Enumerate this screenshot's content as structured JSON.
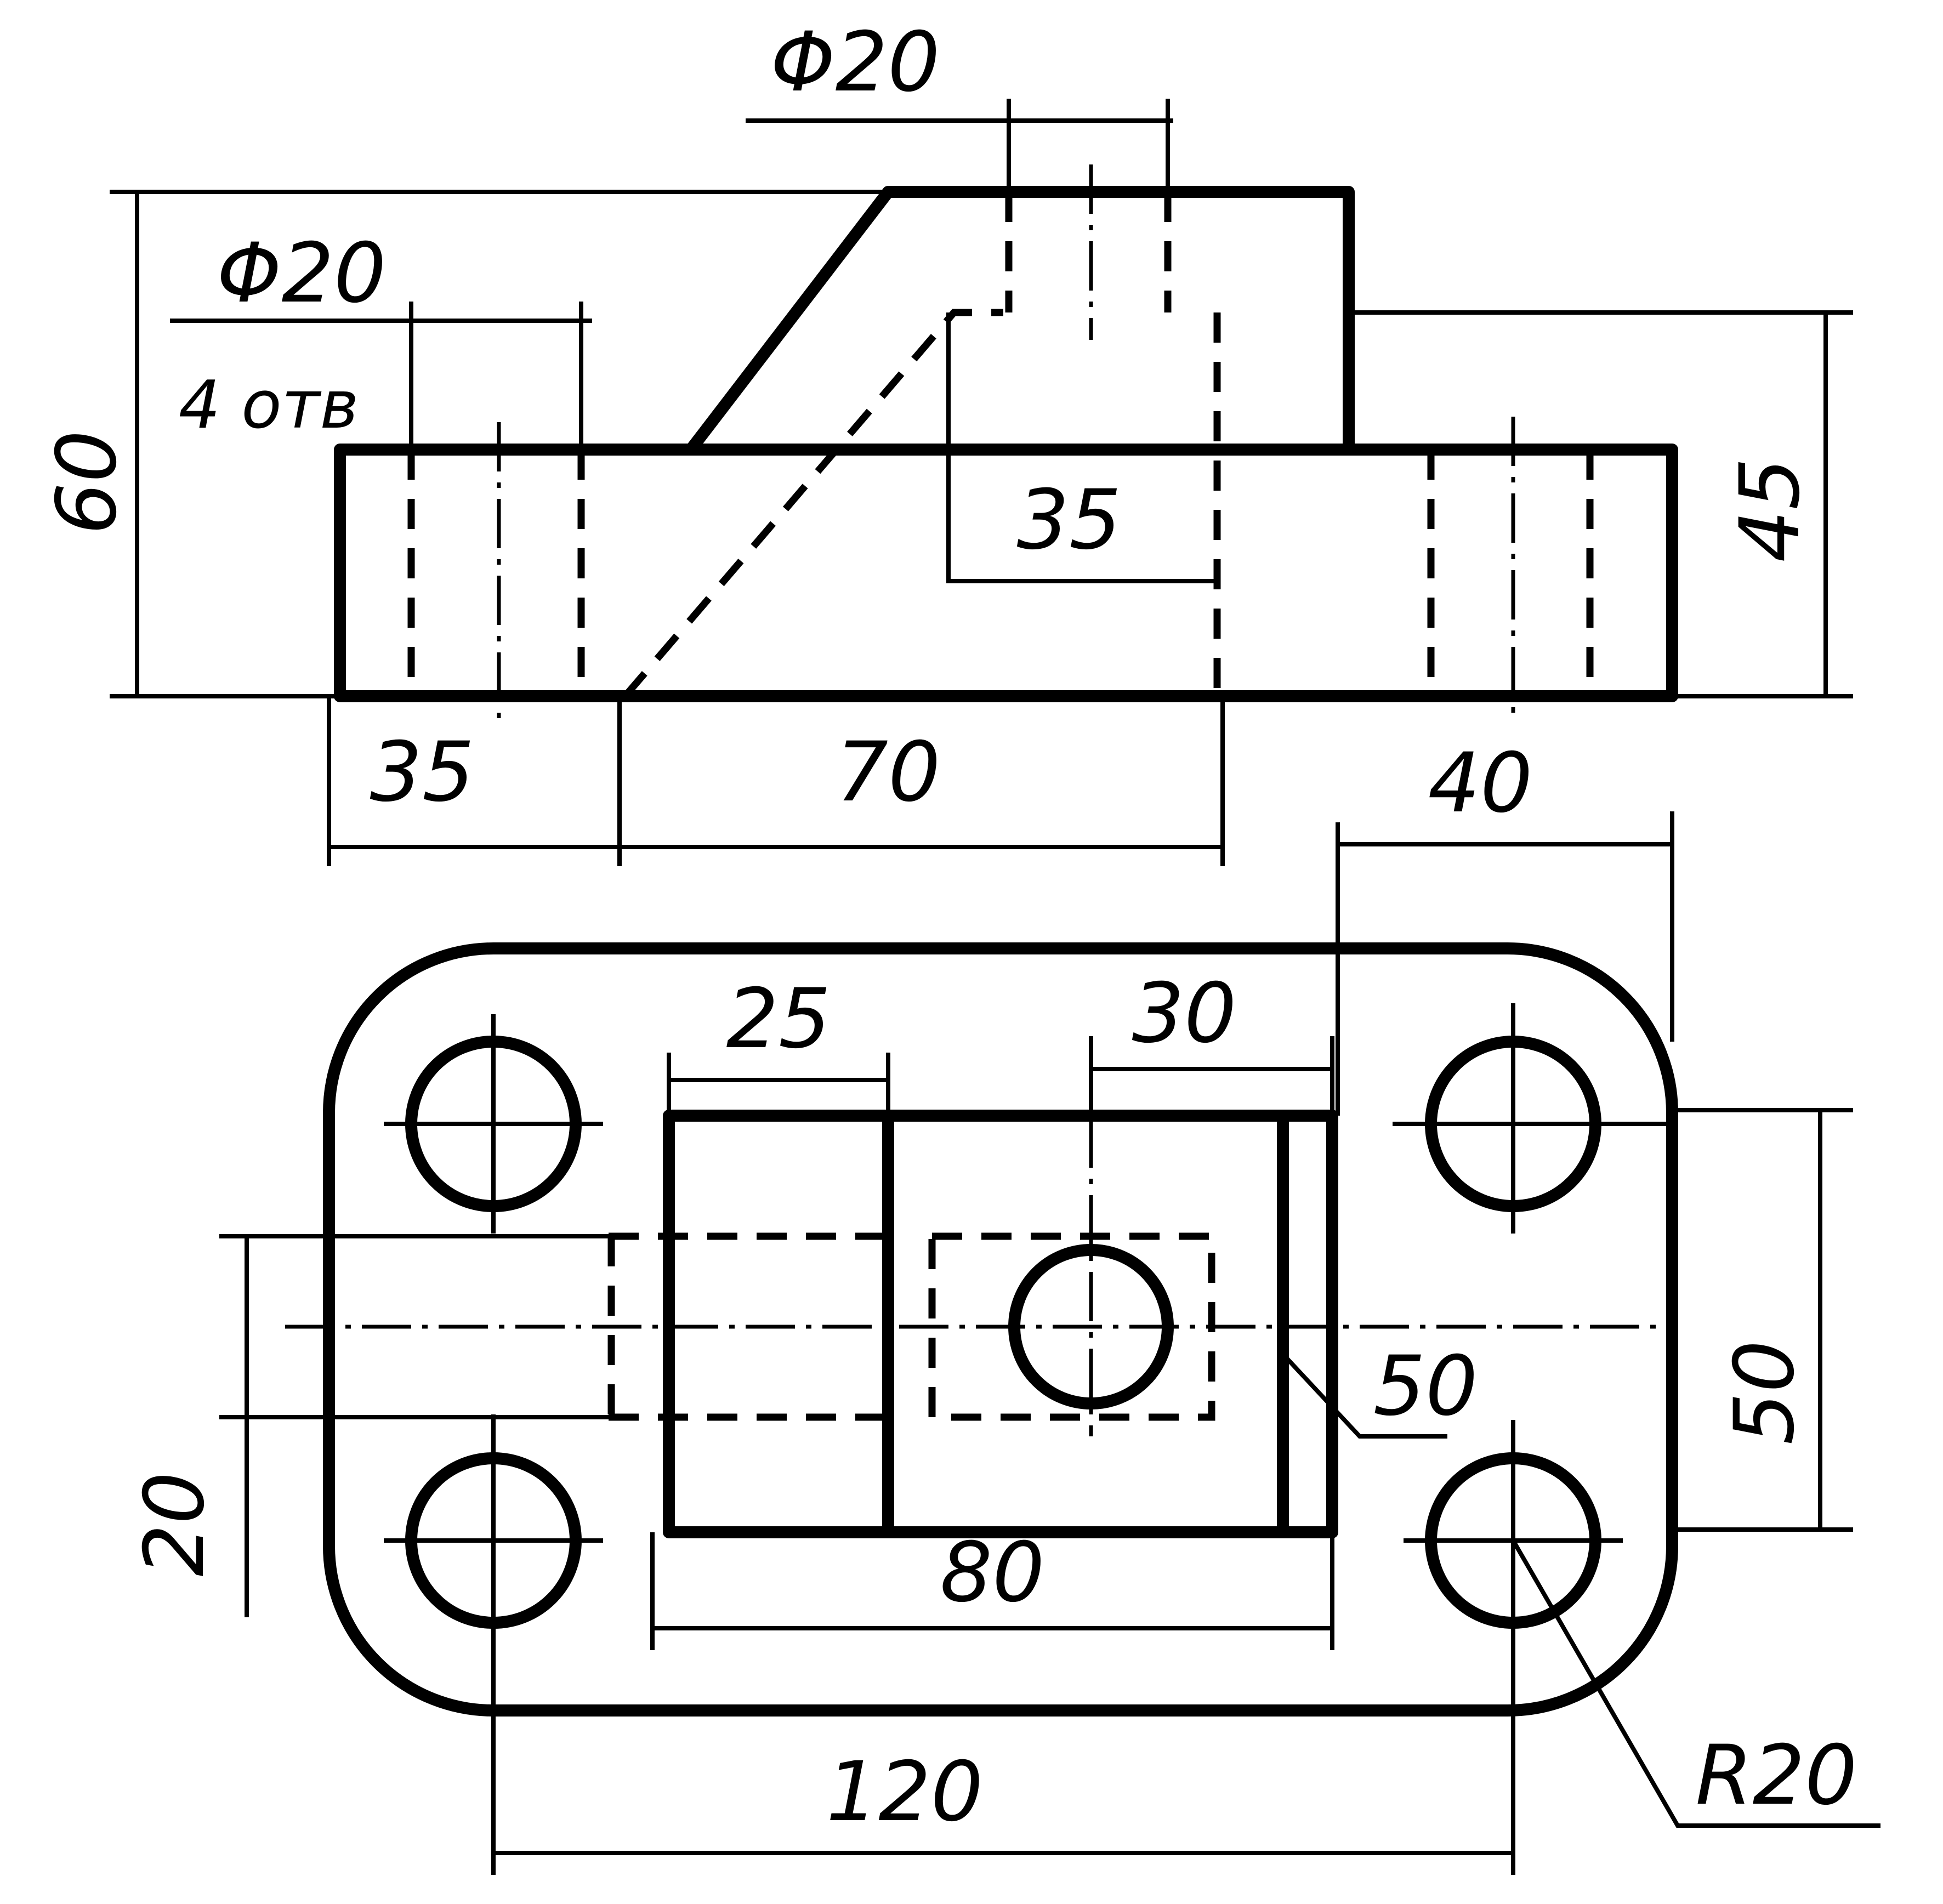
{
  "labels": {
    "dia_top": "Φ20",
    "dia_holes": "Φ20",
    "holes_note": "4 отв",
    "h60": "60",
    "h45": "45",
    "slot35": "35",
    "b35": "35",
    "b70": "70",
    "t40": "40",
    "t25": "25",
    "t30": "30",
    "t50v": "50",
    "t50d": "50",
    "t20": "20",
    "t80": "80",
    "t120": "120",
    "r20": "R20"
  }
}
